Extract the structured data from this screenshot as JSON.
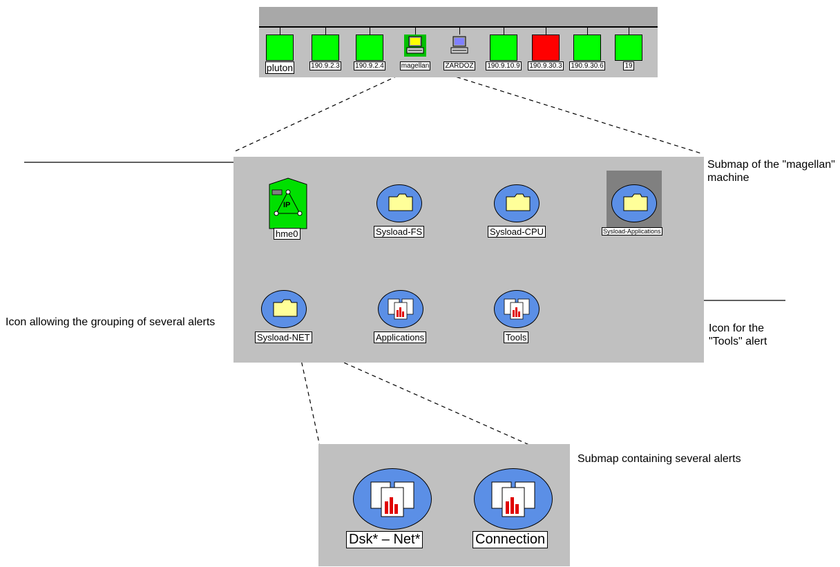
{
  "top_map": {
    "nodes": [
      {
        "label": "pluton",
        "status": "green"
      },
      {
        "label": "190.9.2.3",
        "status": "green"
      },
      {
        "label": "190.9.2.4",
        "status": "green"
      },
      {
        "label": "magellan",
        "status": "workstation"
      },
      {
        "label": "ZARDOZ",
        "status": "workstation"
      },
      {
        "label": "190.9.10.9",
        "status": "green"
      },
      {
        "label": "190.9.30.3",
        "status": "red"
      },
      {
        "label": "190.9.30.6",
        "status": "green"
      },
      {
        "label": "19",
        "status": "green"
      }
    ]
  },
  "submap": {
    "icons": [
      {
        "label": "hme0",
        "type": "network-interface"
      },
      {
        "label": "Sysload-FS",
        "type": "folder"
      },
      {
        "label": "Sysload-CPU",
        "type": "folder"
      },
      {
        "label": "Sysload-Applications",
        "type": "folder",
        "selected": true
      },
      {
        "label": "Sysload-NET",
        "type": "folder"
      },
      {
        "label": "Applications",
        "type": "alert"
      },
      {
        "label": "Tools",
        "type": "alert"
      }
    ]
  },
  "alert_map": {
    "icons": [
      {
        "label": "Dsk* – Net*",
        "type": "alert"
      },
      {
        "label": "Connection",
        "type": "alert"
      }
    ]
  },
  "annotations": {
    "submap_magellan": "Submap of the \"magellan\" machine",
    "grouping_icon": "Icon allowing the grouping of several alerts",
    "tools_alert": "Icon for the \"Tools\" alert",
    "several_alerts": "Submap containing several alerts"
  },
  "colors": {
    "panel": "#c0c0c0",
    "ok": "#00ff00",
    "critical": "#ff0000",
    "icon_fill": "#5b8fe6",
    "folder": "#ffff99"
  }
}
